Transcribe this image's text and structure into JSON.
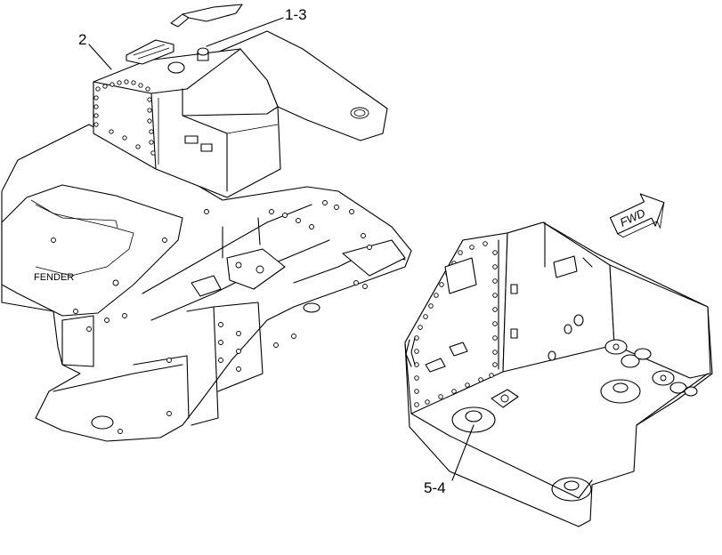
{
  "callouts": {
    "c1": "1-3",
    "c2": "2",
    "c3": "5-4"
  },
  "labels": {
    "fender": "FENDER",
    "fwd": "FWD"
  },
  "colors": {
    "stroke": "#000000",
    "background": "#ffffff"
  }
}
